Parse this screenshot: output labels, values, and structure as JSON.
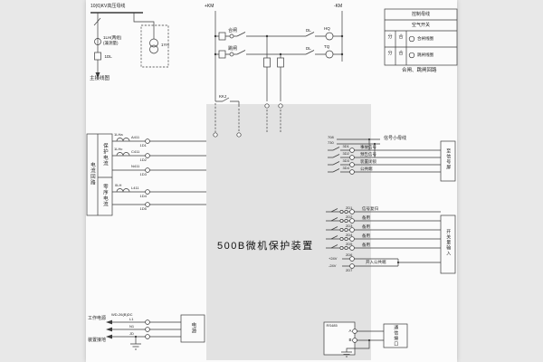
{
  "title": "500B微机保护装置",
  "main_wiring": {
    "busbar": "10(6)KV高压母线",
    "ct": "1LH(两组)",
    "ct_note": "(兼测量)",
    "breaker": "1DL",
    "pt": "1YH",
    "caption": "主接线图"
  },
  "control": {
    "bus_positive": "+KM",
    "bus_negative": "-KM",
    "close": "合闸",
    "trip": "跳闸",
    "aux1": "DL",
    "aux2": "DL",
    "close_coil": "HQ",
    "trip_coil": "TQ",
    "relay": "KKJ"
  },
  "legend": {
    "header": "控制母线",
    "air_switch": "空气开关",
    "rows": [
      {
        "open": "分",
        "close": "合",
        "coil": "合闸线圈"
      },
      {
        "open": "分",
        "close": "合",
        "coil": "跳闸线圈"
      }
    ],
    "caption": "合闸、跳闸回路"
  },
  "current": {
    "group": "电流回路",
    "protection": "保护电流",
    "zero_sequence": "零序电流",
    "rows": [
      {
        "ct": "1LHa",
        "wire": "A411",
        "terminal": "1D1"
      },
      {
        "ct": "1LHc",
        "wire": "C411",
        "terminal": "1D2"
      },
      {
        "ct": "",
        "wire": "N411",
        "terminal": "1D3"
      },
      {
        "ct": "0LH",
        "wire": "L411",
        "terminal": "1D4"
      },
      {
        "ct": "",
        "wire": "",
        "terminal": "1D5"
      }
    ]
  },
  "signal": {
    "bus_label": "信号小母线",
    "bus1": "708",
    "bus2": "730",
    "rows": [
      {
        "terminal": "3D1",
        "label": "事故信号"
      },
      {
        "terminal": "3D2",
        "label": "预告信号"
      },
      {
        "terminal": "3D3",
        "label": "装置闭锁"
      },
      {
        "terminal": "3D4",
        "label": "公共端"
      }
    ],
    "dest": "至信号屏"
  },
  "inputs": {
    "rows": [
      {
        "terminal": "2D1",
        "label": "信号复归"
      },
      {
        "terminal": "2D2",
        "label": "备用"
      },
      {
        "terminal": "2D3",
        "label": "备用"
      },
      {
        "terminal": "2D4",
        "label": "备用"
      },
      {
        "terminal": "2D5",
        "label": "备用"
      }
    ],
    "plus": "+24V",
    "minus": "-24V",
    "plus_terminal": "2D6",
    "minus_terminal": "2D7",
    "common": "开入公共端",
    "dest": "开关量输入"
  },
  "power": {
    "label": "工作电源",
    "model": "WD-26(B)DC",
    "wires": [
      "L1",
      "N1",
      "JD"
    ],
    "box": "电源",
    "ground": "装置接地"
  },
  "comm": {
    "port": "RS485",
    "terminal_a": "A",
    "terminal_b": "B",
    "interface": "通信接口"
  }
}
